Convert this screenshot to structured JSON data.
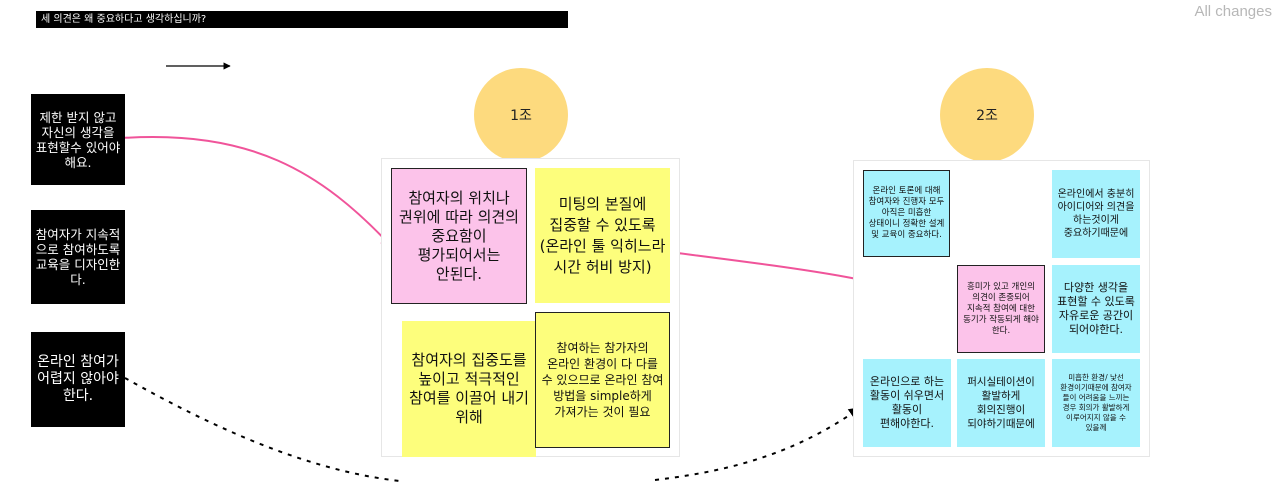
{
  "header": {
    "question": "세 의견은 왜 중요하다고 생각하십니까?",
    "all_changes": "All changes"
  },
  "left_notes": [
    {
      "text": "제한 받지 않고 자신의 생각을 표현할수 있어야 해요."
    },
    {
      "text": "참여자가 지속적으로 참여하도록 교육을 디자인한다."
    },
    {
      "text": "온라인 참여가 어렵지 않아야 한다."
    }
  ],
  "groups": [
    {
      "label": "1조"
    },
    {
      "label": "2조"
    }
  ],
  "group1_notes": [
    {
      "text": "참여자의 위치나 권위에 따라 의견의 중요함이 평가되어서는 안된다."
    },
    {
      "text": "미팅의 본질에 집중할 수 있도록 (온라인 툴 익히느라 시간 허비 방지)"
    },
    {
      "text": "참여자의 집중도를 높이고 적극적인 참여를 이끌어 내기 위해"
    },
    {
      "text": "참여하는 참가자의 온라인 환경이 다 다를 수 있으므로 온라인 참여 방법을 simple하게 가져가는 것이 필요"
    }
  ],
  "group2_notes": [
    {
      "text": "온라인 토론에 대해 참여자와 진행자 모두 아직은 미흡한 상태이니 정확한 설계 및 교육이 중요하다."
    },
    {
      "text": "온라인에서 충분히 아이디어와 의견을 하는것이게 중요하기때문에"
    },
    {
      "text": "흥미가 있고 개인의 의견이 존중되어 지속적 참여에 대한 동기가 작동되게 해야 한다."
    },
    {
      "text": "다양한 생각을 표현할 수 있도록 자유로운 공간이 되어야한다."
    },
    {
      "text": "온라인으로 하는 활동이 쉬우면서 활동이 편해야한다."
    },
    {
      "text": "퍼시실테이션이 활발하게 회의진행이 되야하기때문에"
    },
    {
      "text": "미흡한 환경/ 낯선 환경이기때문에 참여자 들이 어려움을 느끼는 경우 회의가 활발하게 이루어지지 않을 수 있을께"
    }
  ],
  "colors": {
    "pink": "#fcc3ea",
    "yellow": "#fdfe7c",
    "cyan": "#a6f2fd",
    "circle": "#fdda7e",
    "connector_pink": "#f0549a"
  }
}
